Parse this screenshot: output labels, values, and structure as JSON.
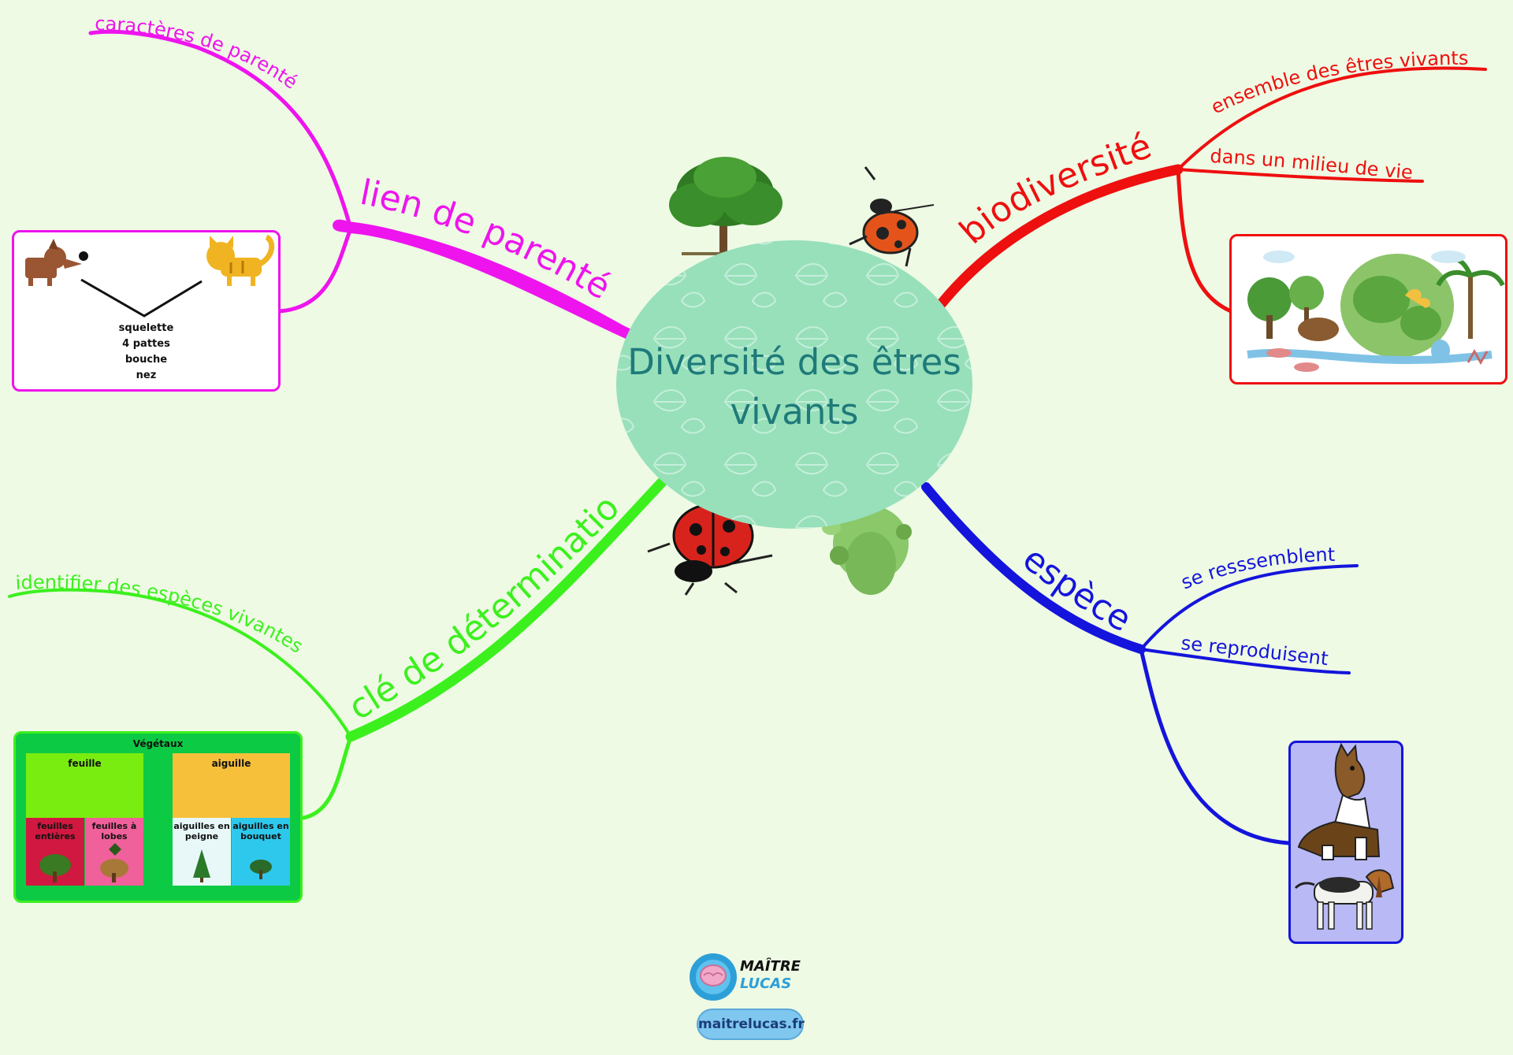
{
  "center": {
    "title_line1": "Diversité des êtres",
    "title_line2": "vivants"
  },
  "colors": {
    "background": "#eefae4",
    "center_fill": "#97e0ba",
    "center_text": "#1f7a7a",
    "parente": "#ee14ee",
    "biodiversite": "#ee0f0f",
    "determination": "#3cf01e",
    "espece": "#1414dc"
  },
  "branches": {
    "parente": {
      "label": "lien de parenté",
      "sub1": "caractères de parenté",
      "card": {
        "lines": [
          "squelette",
          "4 pattes",
          "bouche",
          "nez"
        ],
        "icons": [
          "dog-icon",
          "cat-icon"
        ]
      }
    },
    "biodiversite": {
      "label": "biodiversité",
      "sub1": "ensemble des êtres vivants",
      "sub2": "dans un milieu de vie",
      "card": {
        "icon": "ecosystem-illustration"
      }
    },
    "determination": {
      "label": "clé de déterminatio",
      "sub1": "identifier des espèces vivantes",
      "card": {
        "title": "Végétaux",
        "left": {
          "title": "feuille",
          "a": "feuilles entières",
          "b": "feuilles à lobes"
        },
        "right": {
          "title": "aiguille",
          "a": "aiguilles en peigne",
          "b": "aiguilles en bouquet"
        }
      }
    },
    "espece": {
      "label": "espèce",
      "sub1": "se resssemblent",
      "sub2": "se reproduisent",
      "card": {
        "icons": [
          "collie-dog-icon",
          "beagle-dog-icon"
        ]
      }
    }
  },
  "decorations": [
    "tree-icon",
    "bug-icon",
    "ladybug-icon",
    "frog-icon"
  ],
  "footer": {
    "brand_top": "MAÎTRE",
    "brand_bottom": "LUCAS",
    "url": "maitrelucas.fr"
  }
}
